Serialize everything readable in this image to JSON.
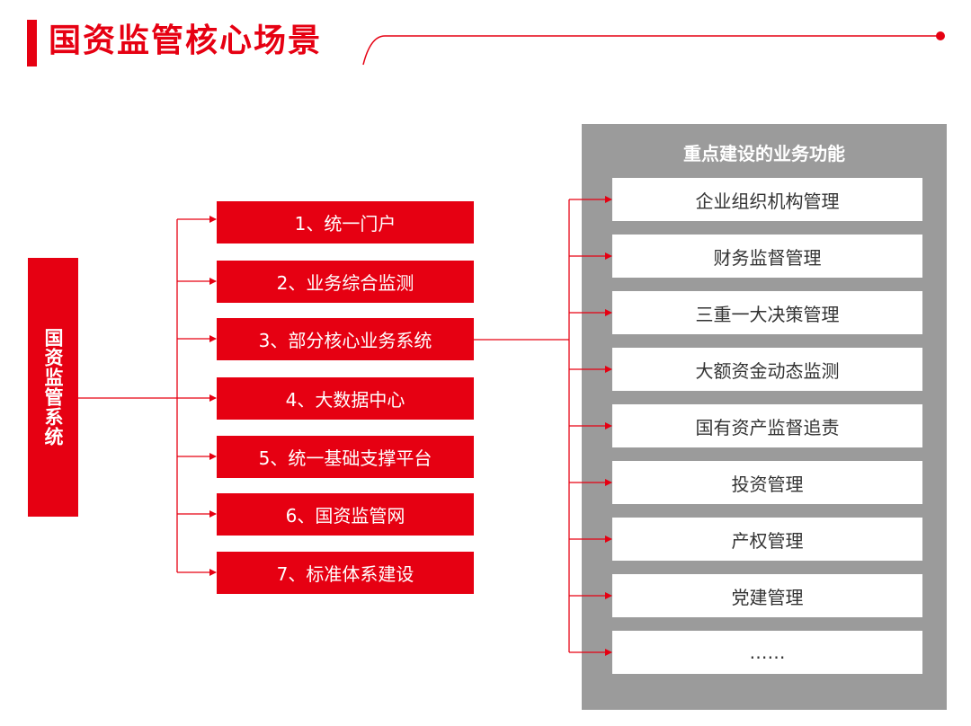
{
  "header": {
    "title": "国资监管核心场景"
  },
  "root": {
    "label": "国资监管系统"
  },
  "modules": [
    "1、统一门户",
    "2、业务综合监测",
    "3、部分核心业务系统",
    "4、大数据中心",
    "5、统一基础支撑平台",
    "6、国资监管网",
    "7、标准体系建设"
  ],
  "panel": {
    "title": "重点建设的业务功能",
    "items": [
      "企业组织机构管理",
      "财务监督管理",
      "三重一大决策管理",
      "大额资金动态监测",
      "国有资产监督追责",
      "投资管理",
      "产权管理",
      "党建管理",
      "……"
    ]
  },
  "colors": {
    "accent": "#e60012",
    "panel": "#9b9b9b",
    "text_dark": "#333333"
  }
}
